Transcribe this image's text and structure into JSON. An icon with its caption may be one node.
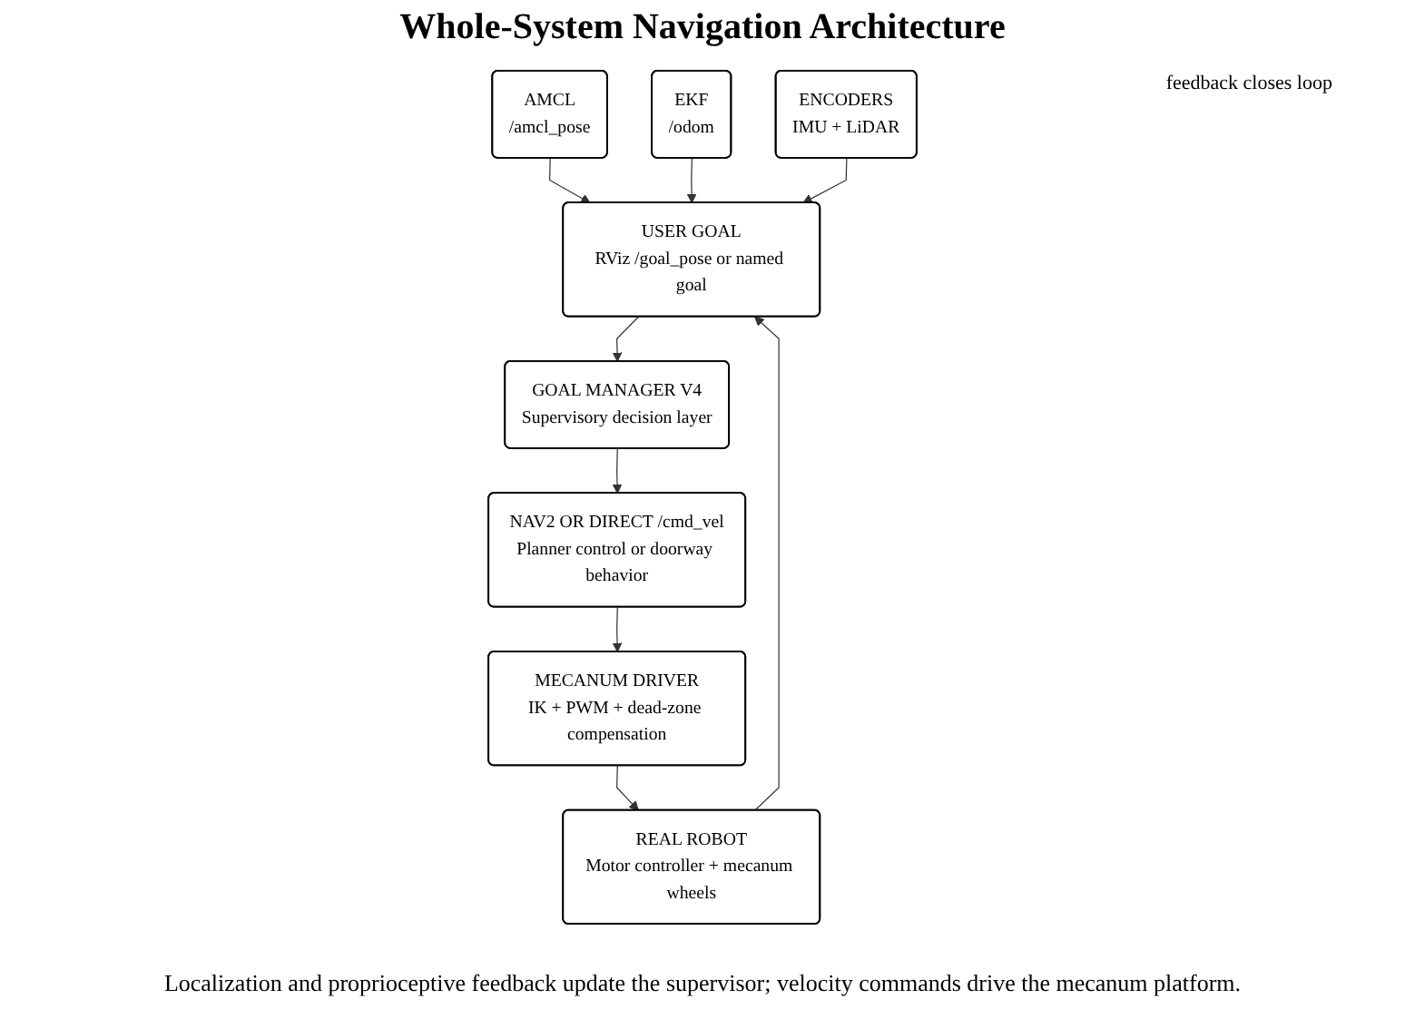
{
  "diagram": {
    "title": "Whole-System Navigation Architecture",
    "caption": "Localization and proprioceptive feedback update the supervisor; velocity commands drive the mecanum platform.",
    "nodes": [
      {
        "text": [
          "USER GOAL",
          "RViz /goal_pose or named goal"
        ]
      },
      {
        "text": [
          "GOAL MANAGER V4",
          "Supervisory decision layer"
        ]
      },
      {
        "text": [
          "NAV2 OR DIRECT /cmd_vel",
          "Planner control or doorway behavior"
        ]
      },
      {
        "text": [
          "MECANUM DRIVER",
          "IK + PWM + dead-zone compensation"
        ]
      },
      {
        "text": [
          "REAL ROBOT",
          "Motor controller + mecanum wheels"
        ]
      },
      {
        "text": [
          "AMCL",
          "/amcl_pose"
        ]
      },
      {
        "text": [
          "EKF",
          "/odom"
        ]
      },
      {
        "text": [
          "ENCODERS",
          "IMU + LiDAR"
        ]
      }
    ],
    "edges": [
      {
        "from": 0,
        "to": 1,
        "arrow": "to"
      },
      {
        "from": 1,
        "to": 2,
        "arrow": "to"
      },
      {
        "from": 2,
        "to": 3,
        "arrow": "to"
      },
      {
        "from": 3,
        "to": 4,
        "arrow": "to"
      },
      {
        "from": 4,
        "to": 0,
        "arrow": "to"
      },
      {
        "from": 5,
        "to": 0,
        "arrow": "to"
      },
      {
        "from": 6,
        "to": 0,
        "arrow": "to"
      },
      {
        "from": 7,
        "to": 0,
        "arrow": "to"
      }
    ],
    "labels": [
      "feedback closes loop"
    ]
  }
}
